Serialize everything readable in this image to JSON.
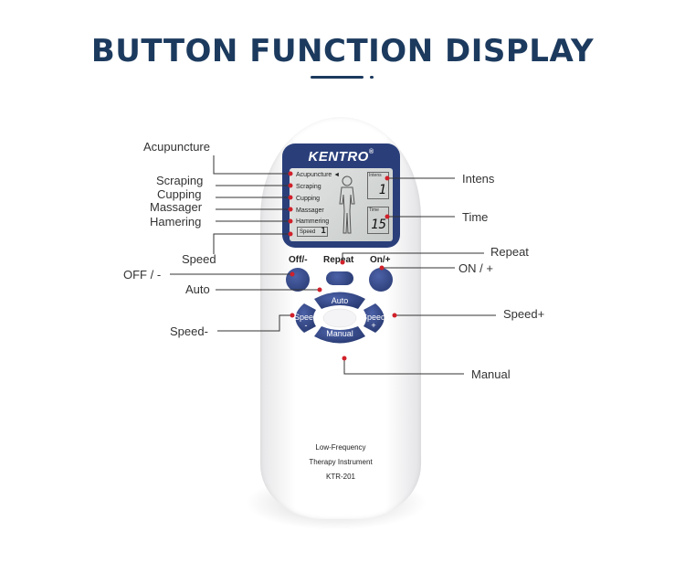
{
  "title": "BUTTON FUNCTION DISPLAY",
  "device": {
    "brand": "KENTRO",
    "brand_mark": "®",
    "lcd": {
      "modes": [
        "Acupuncture",
        "Scraping",
        "Cupping",
        "Massager",
        "Hammering"
      ],
      "mode_indicator": "◄",
      "speed_label": "Speed",
      "speed_value": "1",
      "intens_label": "Intens",
      "intens_value": "1",
      "time_label": "Time",
      "time_value": "15"
    },
    "buttons": {
      "off": "Off/-",
      "repeat": "Repeat",
      "on": "On/+",
      "auto": "Auto",
      "speed_minus": "Speed",
      "speed_minus_sign": "-",
      "speed_plus": "Speed",
      "speed_plus_sign": "+",
      "manual": "Manual"
    },
    "footer": [
      "Low-Frequency",
      "Therapy Instrument",
      "KTR-201"
    ]
  },
  "callouts": {
    "acupuncture": "Acupuncture",
    "scraping": "Scraping",
    "cupping": "Cupping",
    "massager": "Massager",
    "hamering": "Hamering",
    "speed": "Speed",
    "off": "OFF / -",
    "auto": "Auto",
    "speed_minus": "Speed-",
    "intens": "Intens",
    "time": "Time",
    "repeat": "Repeat",
    "on": "ON / +",
    "speed_plus": "Speed+",
    "manual": "Manual"
  },
  "colors": {
    "title": "#1c3a5e",
    "button": "#2a3f7a",
    "callout_dot": "#d0202a",
    "lcd": "#d6d9d8"
  }
}
